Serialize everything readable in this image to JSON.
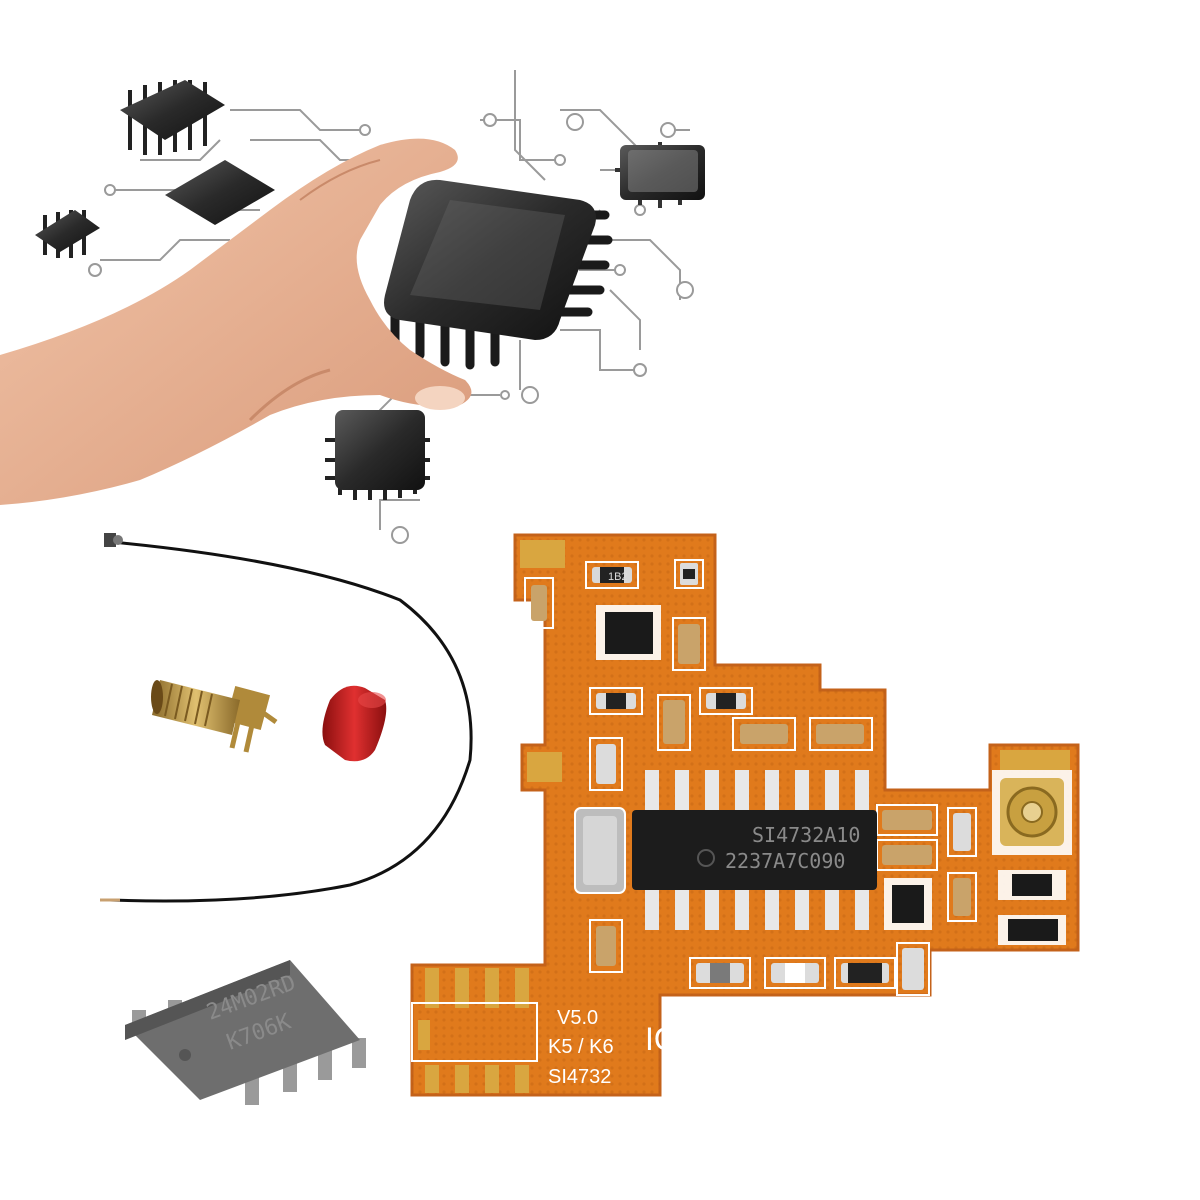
{
  "module": {
    "version": "V5.0",
    "model": "K5 / K6",
    "chip_label": "SI4732",
    "brand": "IOTCU",
    "main_ic_line1": "SI4732A10",
    "main_ic_line2": "2237A7C090",
    "small_part_1": "1B2"
  },
  "eeprom": {
    "line1": "24M02RD",
    "line2": "K706K"
  },
  "colors": {
    "pcb": "#e07a1c",
    "pcb_dark": "#b85c10",
    "cap": "#c9a36a",
    "connector": "#c8a040",
    "red_cap": "#c81a1a"
  }
}
